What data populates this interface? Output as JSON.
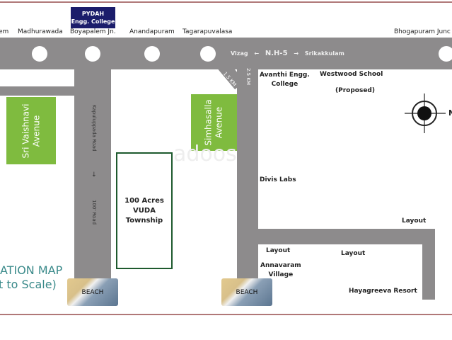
{
  "title": {
    "line1": "ATION MAP",
    "line2": "t to Scale)"
  },
  "pydah": {
    "line1": "PYDAH",
    "line2": "Engg. College"
  },
  "top_places": [
    "em",
    "Madhurawada",
    "Boyapalem Jn.",
    "Anandapuram",
    "Tagarapuvalasa",
    "Bhogapuram Junc"
  ],
  "highway": {
    "left": "Vizag",
    "name": "N.H-5",
    "right": "Srikakkulam",
    "left_arrow": "←",
    "right_arrow": "→"
  },
  "roads": {
    "kapuluppada": "Kapuluppada Road",
    "arrow": "→",
    "width": "100' Road",
    "diag": "1.5 KM",
    "right": "2.5 KM"
  },
  "ventures": {
    "sri_vaishnavi": [
      "Sri Vaishnavi",
      "Avenue"
    ],
    "simhasalla": [
      "Simhasalla",
      "Avenue"
    ]
  },
  "township": [
    "100 Acres",
    "VUDA",
    "Township"
  ],
  "landmarks": {
    "avanthi": [
      "Avanthi Engg.",
      "College"
    ],
    "westwood": "Westwood School",
    "proposed": "(Proposed)",
    "divis": "Divis Labs",
    "layout1": "Layout",
    "layout2": "Layout",
    "layout3": "Layout",
    "annavaram": [
      "Annavaram",
      "Village"
    ],
    "hayagreeva": "Hayagreeva Resort"
  },
  "beach": "BEACH",
  "compass": "N",
  "watermark": "adoos",
  "colors": {
    "road": "#8d8b8c",
    "green": "#7fbb3f",
    "title": "#3a8a8a",
    "navy": "#1b1d6b"
  }
}
